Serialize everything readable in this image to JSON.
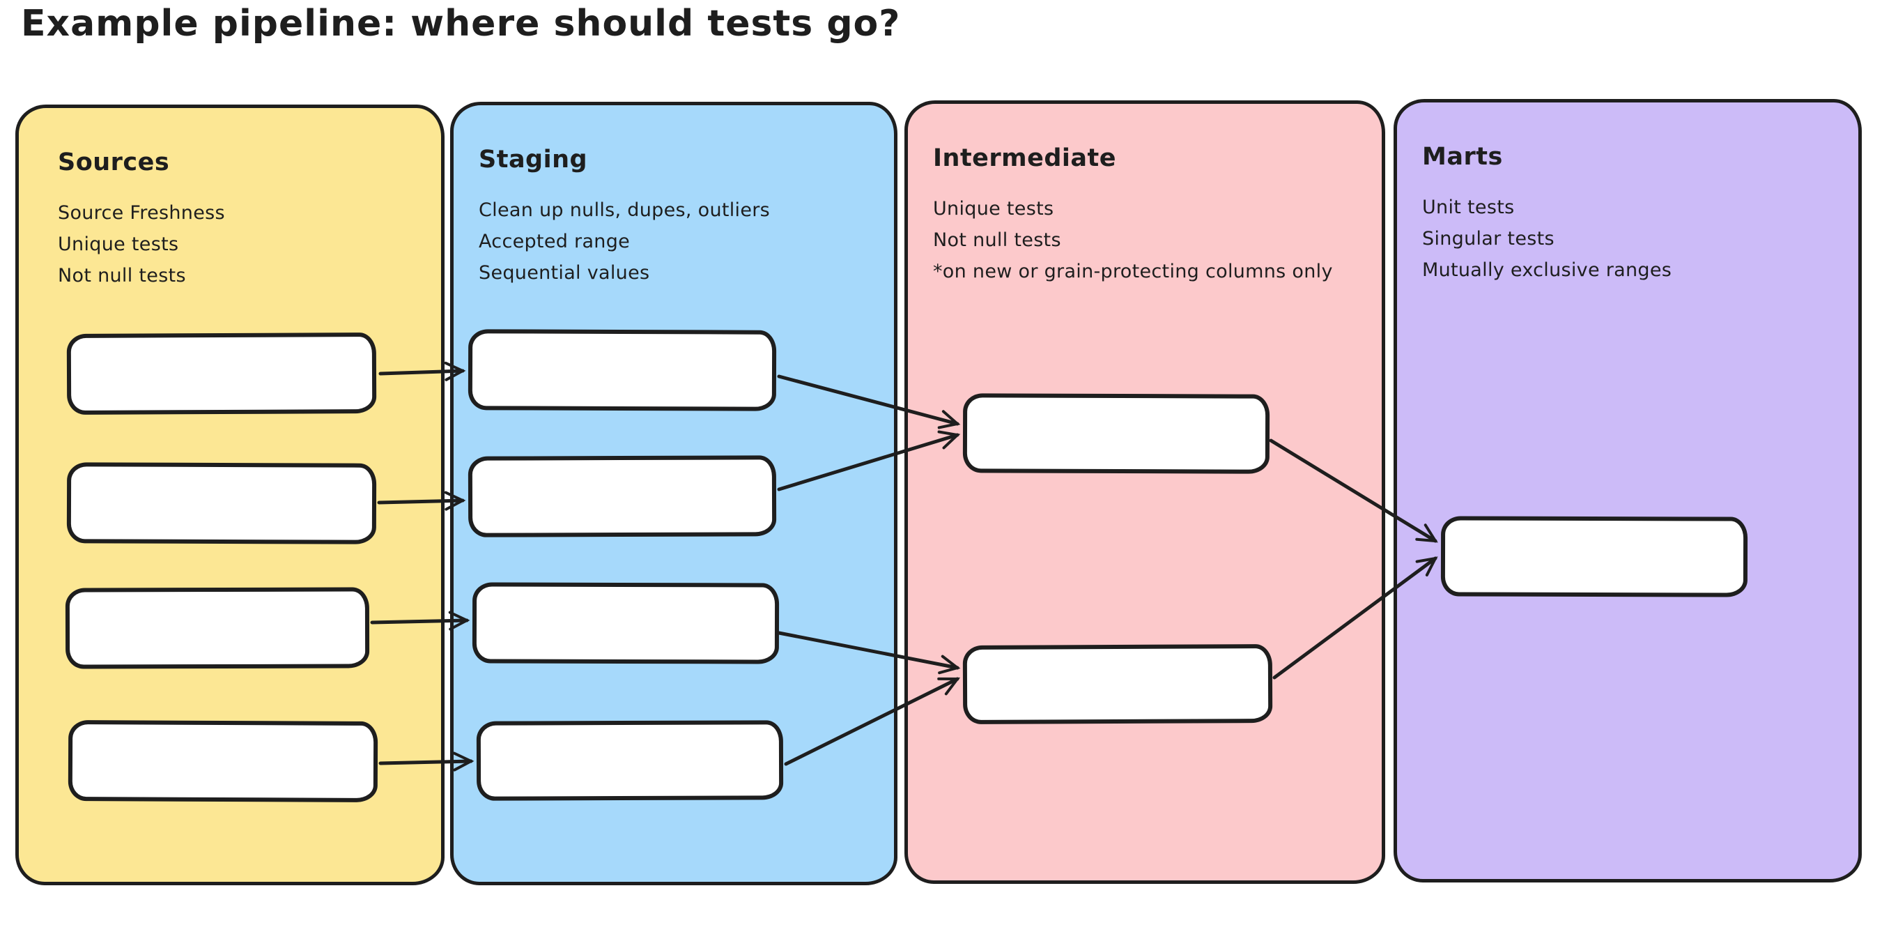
{
  "page": {
    "title": "Example pipeline: where should tests go?"
  },
  "colors": {
    "stroke": "#1e1e1e",
    "node_fill": "#ffffff",
    "background": "#ffffff"
  },
  "columns": [
    {
      "id": "sources",
      "label": "Sources",
      "color": "#fce794",
      "notes": [
        "Source Freshness",
        "Unique tests",
        "Not null tests"
      ],
      "node_count": 4
    },
    {
      "id": "staging",
      "label": "Staging",
      "color": "#a6d9fb",
      "notes": [
        "Clean up nulls, dupes, outliers",
        "Accepted range",
        "Sequential values"
      ],
      "node_count": 4
    },
    {
      "id": "intermediate",
      "label": "Intermediate",
      "color": "#fcc9cb",
      "notes": [
        "Unique tests",
        "Not null tests",
        "*on new or grain-protecting columns only"
      ],
      "node_count": 2
    },
    {
      "id": "marts",
      "label": "Marts",
      "color": "#ccbbf8",
      "notes": [
        "Unit tests",
        "Singular tests",
        "Mutually exclusive ranges"
      ],
      "node_count": 1
    }
  ]
}
